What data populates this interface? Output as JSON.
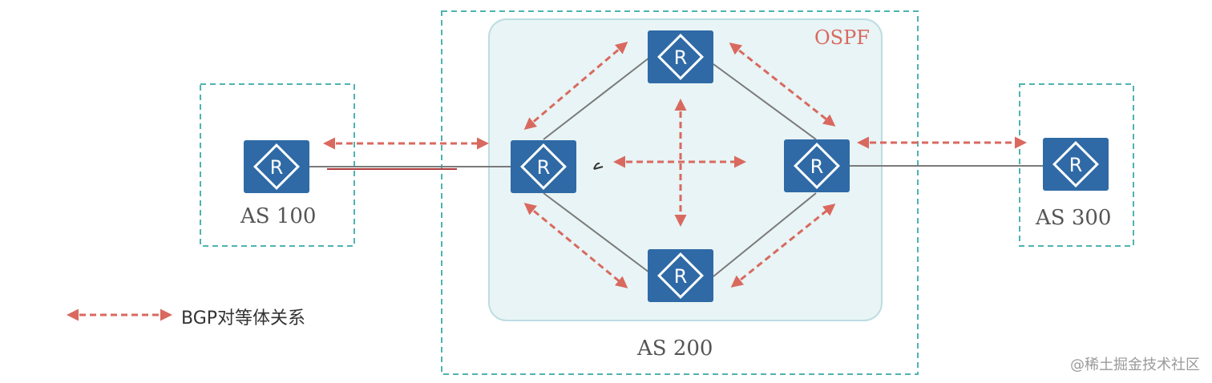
{
  "colors": {
    "as_box_border": "#4fb3b0",
    "ospf_fill": "#e8f4f5",
    "ospf_border": "#bcdde2",
    "router_fill": "#2f6aa6",
    "link": "#7a7a7a",
    "peering_arrow": "#d9695f",
    "ospf_text": "#d9695f"
  },
  "labels": {
    "as100": "AS 100",
    "as200": "AS 200",
    "as300": "AS 300",
    "ospf": "OSPF",
    "legend": "BGP对等体关系",
    "watermark": "@稀土掘金技术社区"
  },
  "router_glyph": "R",
  "icons": {
    "router": "router-icon",
    "legend_arrow": "bidirectional-dashed-arrow-icon"
  },
  "routers": [
    {
      "id": "as100-router",
      "as": "AS 100"
    },
    {
      "id": "as200-left-router",
      "as": "AS 200"
    },
    {
      "id": "as200-top-router",
      "as": "AS 200"
    },
    {
      "id": "as200-right-router",
      "as": "AS 200"
    },
    {
      "id": "as200-bottom-router",
      "as": "AS 200"
    },
    {
      "id": "as300-router",
      "as": "AS 300"
    }
  ]
}
